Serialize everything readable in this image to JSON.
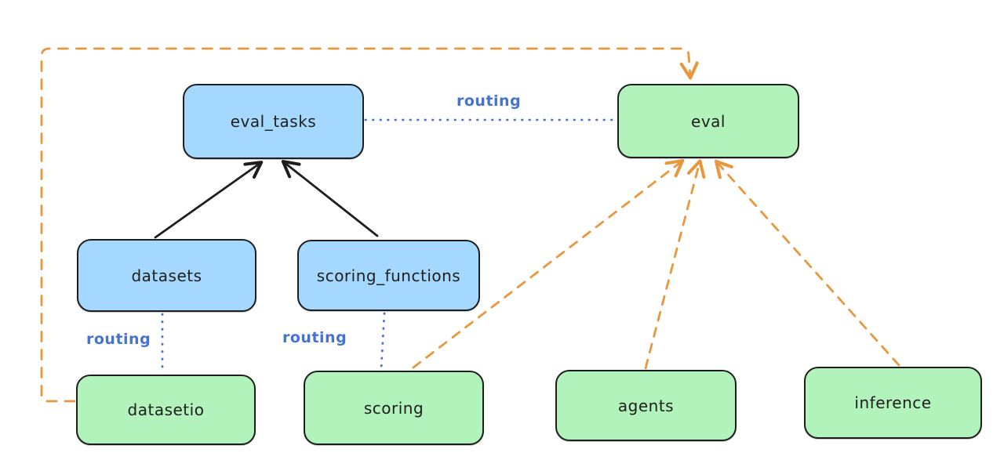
{
  "diagram": {
    "description": "Provider routing diagram: API boxes routed to provider implementations",
    "colors": {
      "api_box_fill": "#a5d8ff",
      "provider_box_fill": "#b2f2bb",
      "stroke": "#1e1e1e",
      "routing_label_blue": "#4673d2",
      "dependency_orange": "#e9973d"
    },
    "nodes": [
      {
        "id": "eval_tasks",
        "label": "eval_tasks",
        "color": "blue"
      },
      {
        "id": "eval",
        "label": "eval",
        "color": "green"
      },
      {
        "id": "datasets",
        "label": "datasets",
        "color": "blue"
      },
      {
        "id": "scoring_functions",
        "label": "scoring_functions",
        "color": "blue"
      },
      {
        "id": "datasetio",
        "label": "datasetio",
        "color": "green"
      },
      {
        "id": "scoring",
        "label": "scoring",
        "color": "green"
      },
      {
        "id": "agents",
        "label": "agents",
        "color": "green"
      },
      {
        "id": "inference",
        "label": "inference",
        "color": "green"
      }
    ],
    "edge_labels": [
      {
        "text": "routing"
      },
      {
        "text": "routing"
      },
      {
        "text": "routing"
      }
    ],
    "edges": [
      {
        "from": "datasets",
        "to": "eval_tasks",
        "style": "solid-black-arrow"
      },
      {
        "from": "scoring_functions",
        "to": "eval_tasks",
        "style": "solid-black-arrow"
      },
      {
        "from": "eval_tasks",
        "to": "eval",
        "style": "dotted-blue",
        "label": "routing"
      },
      {
        "from": "datasets",
        "to": "datasetio",
        "style": "dotted-blue",
        "label": "routing"
      },
      {
        "from": "scoring_functions",
        "to": "scoring",
        "style": "dotted-blue",
        "label": "routing"
      },
      {
        "from": "scoring",
        "to": "eval",
        "style": "dashed-orange-arrow"
      },
      {
        "from": "agents",
        "to": "eval",
        "style": "dashed-orange-arrow"
      },
      {
        "from": "inference",
        "to": "eval",
        "style": "dashed-orange-arrow"
      },
      {
        "from": "datasetio",
        "to": "eval",
        "style": "dashed-orange-arrow",
        "route": "around-left-and-top"
      }
    ]
  }
}
